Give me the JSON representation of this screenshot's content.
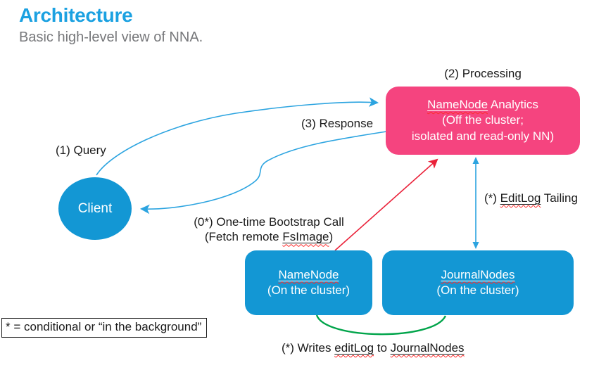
{
  "header": {
    "title": "Architecture",
    "subtitle": "Basic high-level view of NNA."
  },
  "colors": {
    "title_blue": "#1BA1E1",
    "subtitle_gray": "#77787B",
    "node_blue": "#1397D4",
    "node_pink": "#F5447F",
    "arrow_blue": "#2CA4E0",
    "arrow_red": "#EA2139",
    "arrow_green": "#00A44A"
  },
  "nodes": {
    "client": {
      "label": "Client"
    },
    "nna": {
      "name": "NameNode",
      "name_rest": " Analytics",
      "line2": "(Off the cluster;",
      "line3": "isolated and read-only NN)"
    },
    "namenode": {
      "name": "NameNode",
      "location": "(On the cluster)"
    },
    "journalnodes": {
      "name": "JournalNodes",
      "location": "(On the cluster)"
    }
  },
  "labels": {
    "query": "(1) Query",
    "processing": "(2) Processing",
    "response": "(3) Response",
    "bootstrap_line1": "(0*) One-time Bootstrap Call",
    "bootstrap_prefix": "(Fetch remote ",
    "bootstrap_word": "FsImage",
    "bootstrap_suffix": ")",
    "editlog_prefix": "(*) ",
    "editlog_word": "EditLog",
    "editlog_suffix": " Tailing",
    "writes_prefix": "(*) Writes ",
    "writes_word1": "editLog",
    "writes_mid": " to ",
    "writes_word2": "JournalNodes",
    "footnote": "* = conditional or “in the background”"
  }
}
